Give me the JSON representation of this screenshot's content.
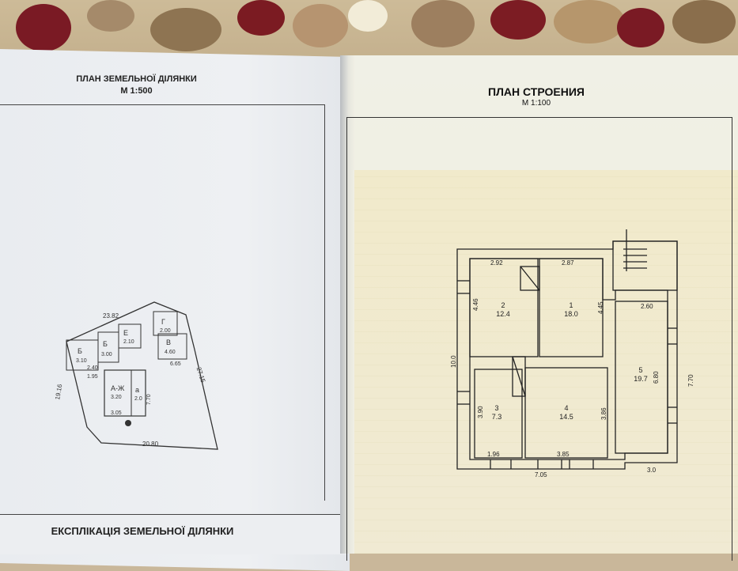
{
  "left_page": {
    "title": "ПЛАН ЗЕМЕЛЬНОЇ ДІЛЯНКИ",
    "scale": "М 1:500",
    "explication_title": "ЕКСПЛІКАЦІЯ ЗЕМЕЛЬНОЇ ДІЛЯНКИ",
    "site_labels": {
      "dim_top": "23.82",
      "dim_left": "19.16",
      "dim_bottom": "20.80",
      "dim_right": "27.15",
      "b1": "Б",
      "b1_val": "3.10",
      "b2": "Б",
      "b2_val": "3.00",
      "e": "Е",
      "e_val": "2.10",
      "g": "Г",
      "g_val": "2.00",
      "v": "В",
      "v_val": "4.60",
      "main": "А-Ж",
      "main_val": "3.20",
      "sub": "а",
      "sub_val": "2.0",
      "v_dim": "6.65",
      "main_w": "3.05",
      "main_h": "7.70",
      "small1": "2.40",
      "small2": "1.95"
    }
  },
  "right_page": {
    "title": "ПЛАН СТРОЕНИЯ",
    "scale": "М 1:100",
    "dims": {
      "d1": "2.92",
      "d2": "2.87",
      "d3": "2.60",
      "d4": "4.46",
      "d5": "4.45",
      "d6": "10.0",
      "d7": "3.90",
      "d8": "3.86",
      "d9": "6.80",
      "d10": "7.70",
      "d11": "1.96",
      "d12": "3.85",
      "d13": "7.05",
      "d14": "3.0"
    },
    "rooms": [
      {
        "num": "2",
        "area": "12.4"
      },
      {
        "num": "1",
        "area": "18.0"
      },
      {
        "num": "3",
        "area": "7.3"
      },
      {
        "num": "4",
        "area": "14.5"
      },
      {
        "num": "5",
        "area": "19.7"
      }
    ]
  }
}
